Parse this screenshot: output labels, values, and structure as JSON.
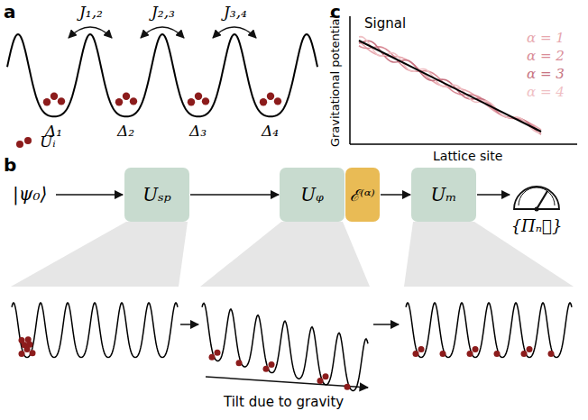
{
  "diagram": {
    "nodes": [
      {
        "text": [
          "Uₛₚ"
        ]
      },
      {
        "text": [
          "Uᵩ"
        ]
      },
      {
        "text": [
          "ℰ⁽ᵅ⁾"
        ]
      },
      {
        "text": [
          "Uₘ"
        ]
      },
      {
        "text": [
          "{Πₙ⃗}"
        ]
      }
    ],
    "edges": [
      {
        "from": 0,
        "to": 1,
        "arrow": "to"
      },
      {
        "from": 2,
        "to": 3,
        "arrow": "to"
      },
      {
        "from": 3,
        "to": 4,
        "arrow": "to"
      }
    ],
    "labels": [
      "a",
      "J₁,₂",
      "J₂,₃",
      "J₃,₄",
      "Δ₁",
      "Δ₂",
      "Δ₃",
      "Δ₄",
      "Uᵢ",
      "c",
      "Signal",
      "Gravitational potential",
      "Lattice site",
      "α = 1",
      "α = 2",
      "α = 3",
      "α = 4",
      "b",
      "|ψ₀⟩",
      "Tilt due to gravity"
    ]
  }
}
